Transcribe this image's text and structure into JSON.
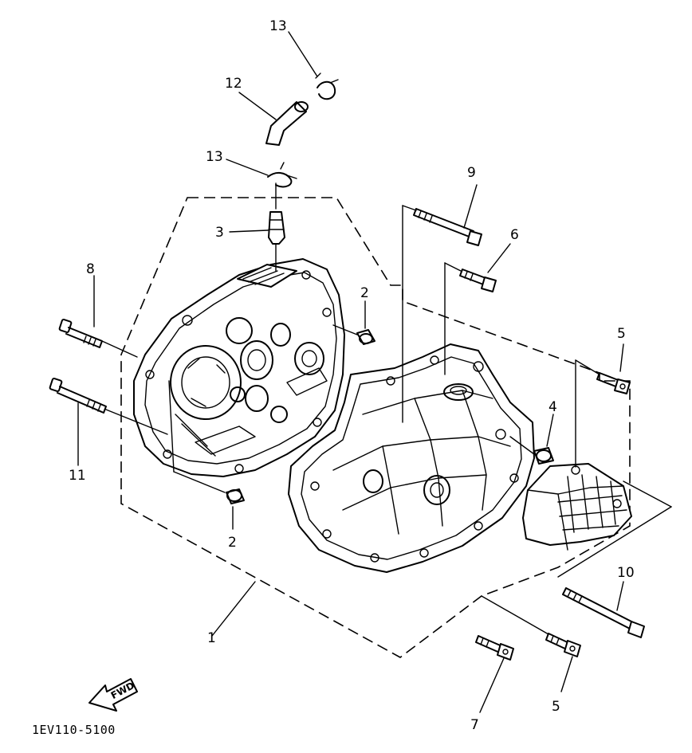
{
  "diagram": {
    "labels": {
      "n1": "1",
      "n2a": "2",
      "n2b": "2",
      "n3": "3",
      "n4": "4",
      "n5a": "5",
      "n5b": "5",
      "n6": "6",
      "n7": "7",
      "n8": "8",
      "n9": "9",
      "n10": "10",
      "n11": "11",
      "n12": "12",
      "n13a": "13",
      "n13b": "13"
    },
    "fwd_label": "FWD",
    "drawing_code": "1EV110-5100"
  }
}
